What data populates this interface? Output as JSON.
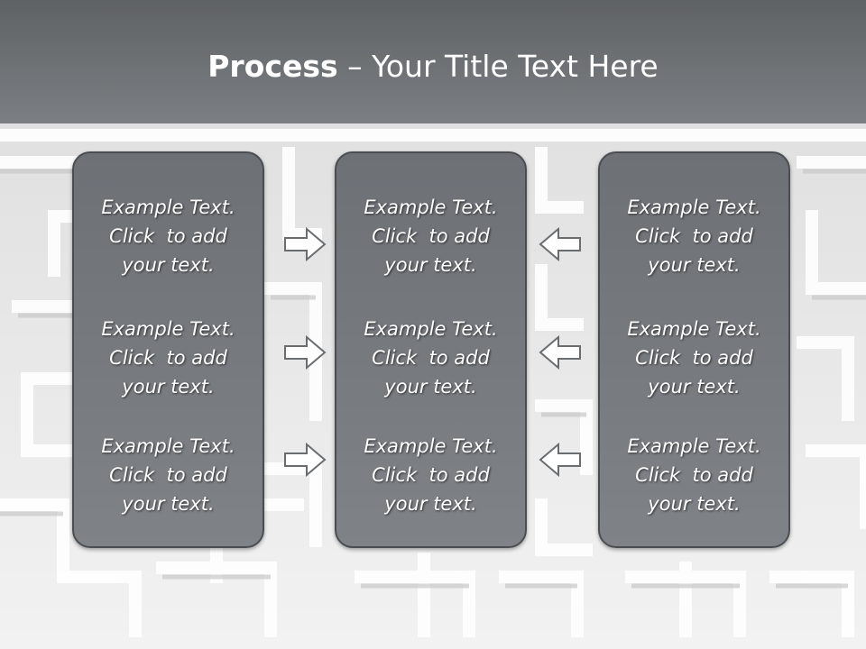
{
  "slide": {
    "title_bold": "Process",
    "title_rest": " – Your Title Text Here"
  },
  "columns": [
    {
      "blocks": [
        {
          "line1": "Example Text.",
          "line2": "Click  to add",
          "line3": "your text."
        },
        {
          "line1": "Example Text.",
          "line2": "Click  to add",
          "line3": "your text."
        },
        {
          "line1": "Example Text.",
          "line2": "Click  to add",
          "line3": "your text."
        }
      ]
    },
    {
      "blocks": [
        {
          "line1": "Example Text.",
          "line2": "Click  to add",
          "line3": "your text."
        },
        {
          "line1": "Example Text.",
          "line2": "Click  to add",
          "line3": "your text."
        },
        {
          "line1": "Example Text.",
          "line2": "Click  to add",
          "line3": "your text."
        }
      ]
    },
    {
      "blocks": [
        {
          "line1": "Example Text.",
          "line2": "Click  to add",
          "line3": "your text."
        },
        {
          "line1": "Example Text.",
          "line2": "Click  to add",
          "line3": "your text."
        },
        {
          "line1": "Example Text.",
          "line2": "Click  to add",
          "line3": "your text."
        }
      ]
    }
  ],
  "arrows": {
    "left_group": "arrow-right-icon",
    "right_group": "arrow-left-icon"
  },
  "colors": {
    "header": "#6b6e72",
    "panel": "#777b80",
    "text": "#ffffff",
    "arrow_fill": "#ffffff",
    "arrow_stroke": "#6a6d70"
  }
}
